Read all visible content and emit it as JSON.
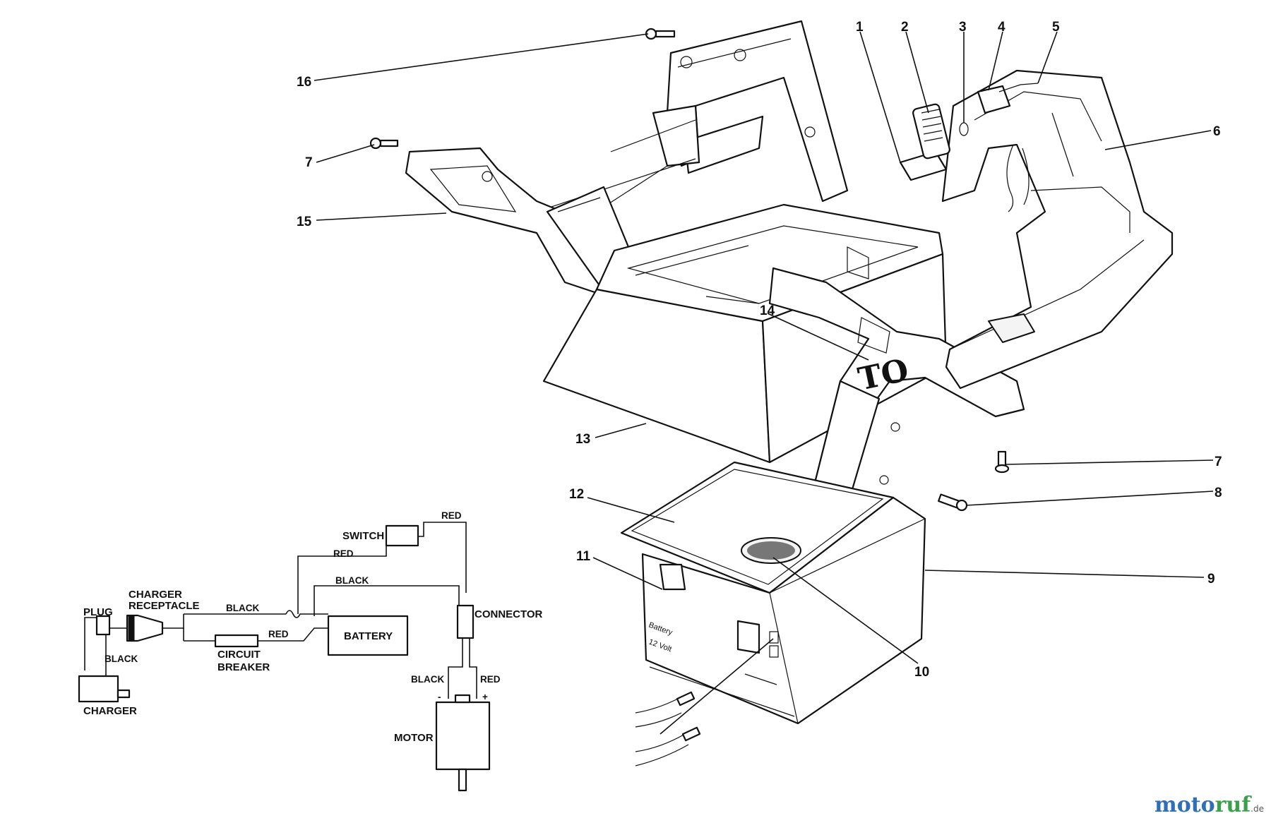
{
  "callouts": {
    "c1": "1",
    "c2": "2",
    "c3": "3",
    "c4": "4",
    "c5": "5",
    "c6": "6",
    "c7a": "7",
    "c7b": "7",
    "c8": "8",
    "c9": "9",
    "c10": "10",
    "c11": "11",
    "c12": "12",
    "c13": "13",
    "c14": "14",
    "c15": "15",
    "c16": "16"
  },
  "body_logo": "TO",
  "battery_case_text": {
    "line1": "Battery",
    "line2": "12 Volt"
  },
  "wiring": {
    "switch": "SWITCH",
    "charger_receptacle_line1": "CHARGER",
    "charger_receptacle_line2": "RECEPTACLE",
    "plug": "PLUG",
    "charger": "CHARGER",
    "battery": "BATTERY",
    "connector": "CONNECTOR",
    "circuit_breaker_line1": "CIRCUIT",
    "circuit_breaker_line2": "BREAKER",
    "motor": "MOTOR",
    "wire_red_1": "RED",
    "wire_red_2": "RED",
    "wire_red_3": "RED",
    "wire_red_4": "RED",
    "wire_black_1": "BLACK",
    "wire_black_2": "BLACK",
    "wire_black_3": "BLACK",
    "wire_black_4": "BLACK",
    "motor_minus": "-",
    "motor_plus": "+"
  },
  "watermark": {
    "moto": "moto",
    "ruf": "ruf",
    "de": ".de"
  },
  "colors": {
    "watermark_blue": "#2f6fb5",
    "watermark_green": "#3aa14a",
    "line": "#111111"
  }
}
